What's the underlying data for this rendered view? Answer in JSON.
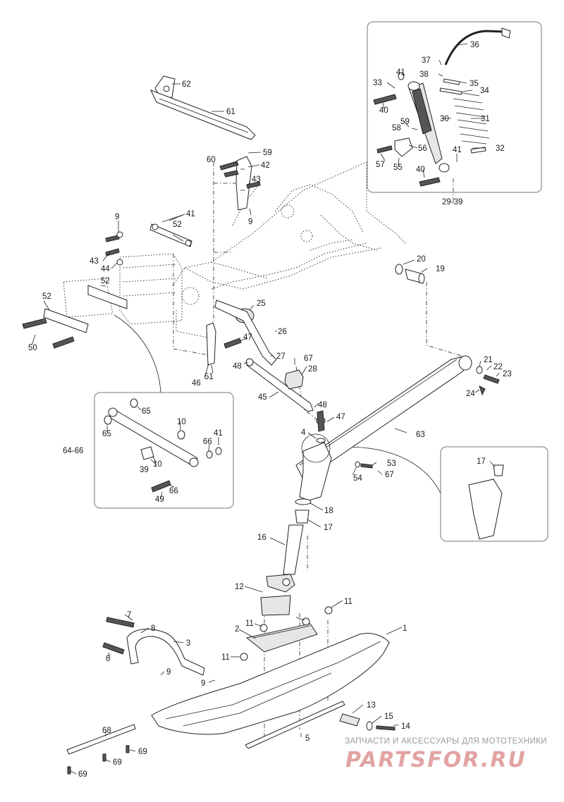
{
  "diagram": {
    "callouts": {
      "c1": "1",
      "c2": "2",
      "c3": "3",
      "c4": "4",
      "c5": "5",
      "c6": "6",
      "c7": "7",
      "c8": "8",
      "c9a": "9",
      "c9b": "9",
      "c9c": "9",
      "c9d": "9",
      "c10a": "10",
      "c10b": "10",
      "c11a": "11",
      "c11b": "11",
      "c11c": "11",
      "c12": "12",
      "c13": "13",
      "c14": "14",
      "c15": "15",
      "c16": "16",
      "c17a": "17",
      "c17b": "17",
      "c18": "18",
      "c19": "19",
      "c20": "20",
      "c21": "21",
      "c22": "22",
      "c23": "23",
      "c24": "24",
      "c25": "25",
      "c26": "26",
      "c27": "27",
      "c28": "28",
      "c30": "30",
      "c31": "31",
      "c32": "32",
      "c33": "33",
      "c34": "34",
      "c35": "35",
      "c36": "36",
      "c37": "37",
      "c38": "38",
      "c39": "39",
      "c40a": "40",
      "c40b": "40",
      "c41a": "41",
      "c41b": "41",
      "c41c": "41",
      "c41d": "41",
      "c42": "42",
      "c43a": "43",
      "c43b": "43",
      "c44": "44",
      "c45": "45",
      "c46": "46",
      "c47a": "47",
      "c47b": "47",
      "c48a": "48",
      "c48b": "48",
      "c49": "49",
      "c50": "50",
      "c51": "51",
      "c52a": "52",
      "c52b": "52",
      "c52c": "52",
      "c53": "53",
      "c54": "54",
      "c55": "55",
      "c56": "56",
      "c57": "57",
      "c58": "58",
      "c59a": "59",
      "c59b": "59",
      "c60": "60",
      "c61": "61",
      "c62": "62",
      "c63": "63",
      "c65a": "65",
      "c65b": "65",
      "c66a": "66",
      "c66b": "66",
      "c67a": "67",
      "c67b": "67",
      "c68": "68",
      "c69a": "69",
      "c69b": "69",
      "c69c": "69"
    },
    "groups": {
      "shock_group": "29-39",
      "link_group": "64-66"
    },
    "watermark": {
      "line1": "ЗАПЧАСТИ И АКСЕССУАРЫ ДЛЯ МОТОТЕХНИКИ",
      "line2": "PARTSFOR.RU"
    }
  }
}
